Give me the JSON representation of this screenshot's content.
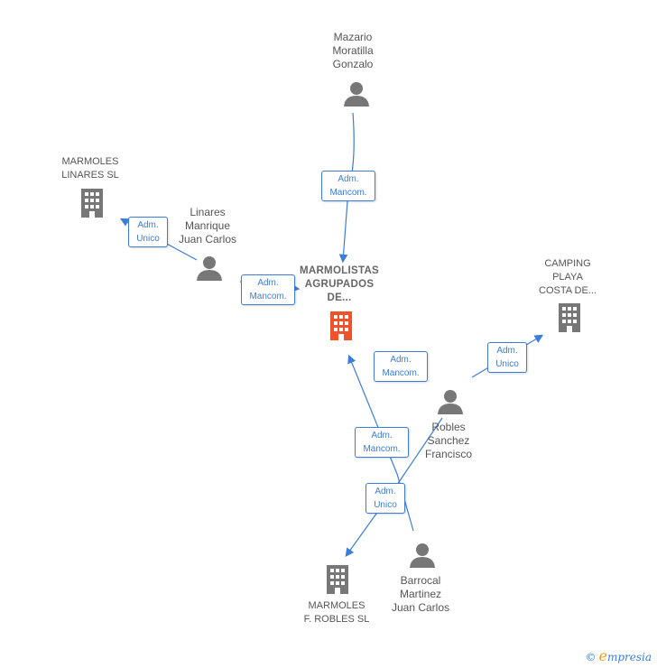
{
  "nodes": {
    "mazario": "Mazario\nMoratilla\nGonzalo",
    "marmoles_linares": "MARMOLES\nLINARES SL",
    "linares_manrique": "Linares\nManrique\nJuan Carlos",
    "marmolistas": "MARMOLISTAS\nAGRUPADOS\nDE...",
    "camping": "CAMPING\nPLAYA\nCOSTA DE...",
    "robles": "Robles\nSanchez\nFrancisco",
    "marmoles_robles": "MARMOLES\nF.  ROBLES  SL",
    "barrocal": "Barrocal\nMartinez\nJuan Carlos"
  },
  "edges": {
    "e1": "Adm.\nMancom.",
    "e2": "Adm.\nUnico",
    "e3": "Adm.\nMancom.",
    "e4": "Adm.\nMancom.",
    "e5": "Adm.\nUnico",
    "e6": "Adm.\nMancom.",
    "e7": "Adm.\nUnico"
  },
  "watermark": {
    "copyright": "©",
    "brand_initial": "e",
    "brand_rest": "mpresia"
  },
  "colors": {
    "edge": "#3b7dd8",
    "person": "#777777",
    "company": "#777777",
    "main_company": "#f0522a"
  }
}
